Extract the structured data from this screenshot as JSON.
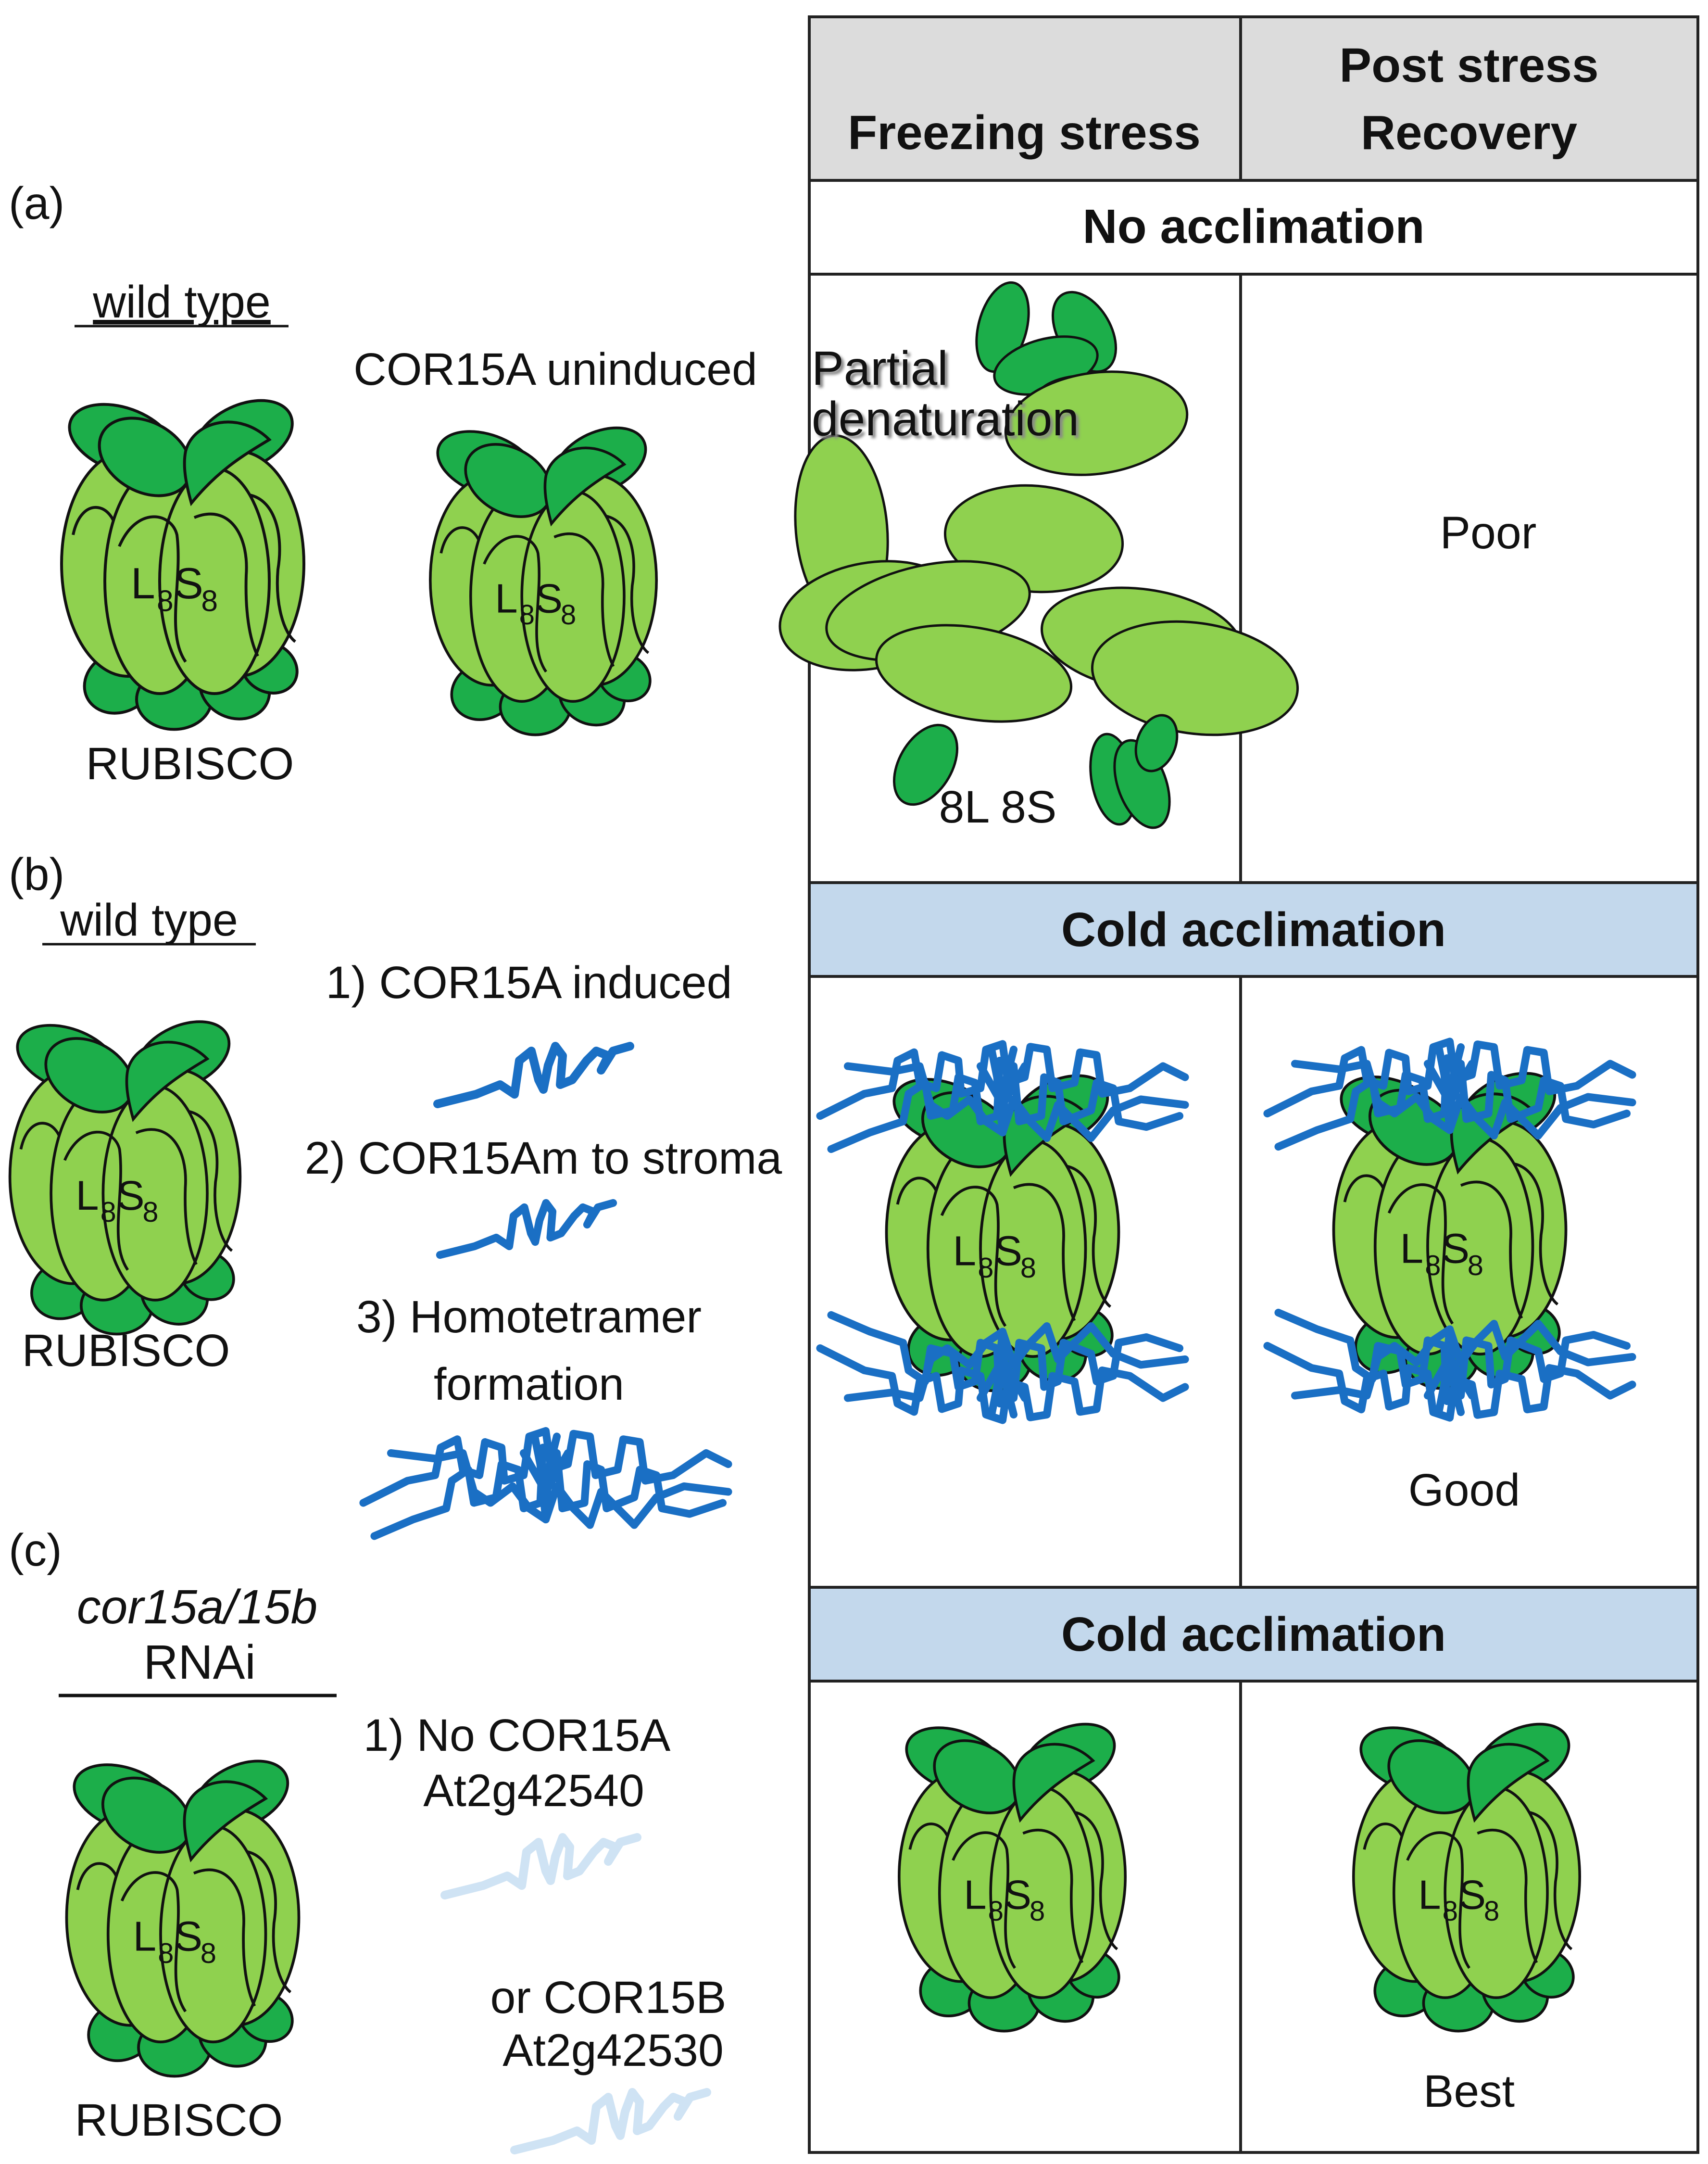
{
  "table": {
    "col1_header": "Freezing stress",
    "col2_header_line1": "Post stress",
    "col2_header_line2": "Recovery",
    "rows": [
      {
        "band": "No acclimation",
        "stress_label_1": "Partial",
        "stress_label_2": "denaturation",
        "stress_subunits": "8L 8S",
        "recovery": "Poor"
      },
      {
        "band": "Cold acclimation",
        "recovery": "Good"
      },
      {
        "band": "Cold acclimation",
        "recovery": "Best"
      }
    ]
  },
  "panel_a": {
    "letter": "(a)",
    "genotype": "wild type",
    "protein": "RUBISCO",
    "cor_state": "COR15A uninduced"
  },
  "panel_b": {
    "letter": "(b)",
    "genotype": "wild type",
    "protein": "RUBISCO",
    "step1": "1) COR15A induced",
    "step2": "2) COR15Am to stroma",
    "step3_line1": "3) Homotetramer",
    "step3_line2": "formation"
  },
  "panel_c": {
    "letter": "(c)",
    "genotype_line1": "cor15a/15b",
    "genotype_line2": "RNAi",
    "protein": "RUBISCO",
    "step1_line1": "1) No COR15A",
    "step1_line2": "At2g42540",
    "step2_line1": "or COR15B",
    "step2_line2": "At2g42530"
  },
  "complex_label": {
    "L": "L",
    "S": "S",
    "sub": "8"
  },
  "colors": {
    "large_subunit": "#8fd14f",
    "small_subunit": "#1cae4a",
    "cor15": "#1a6fc4",
    "cor15_faded": "#cfe3f4",
    "band": "#c3d8ec",
    "header": "#dcdcdc"
  }
}
